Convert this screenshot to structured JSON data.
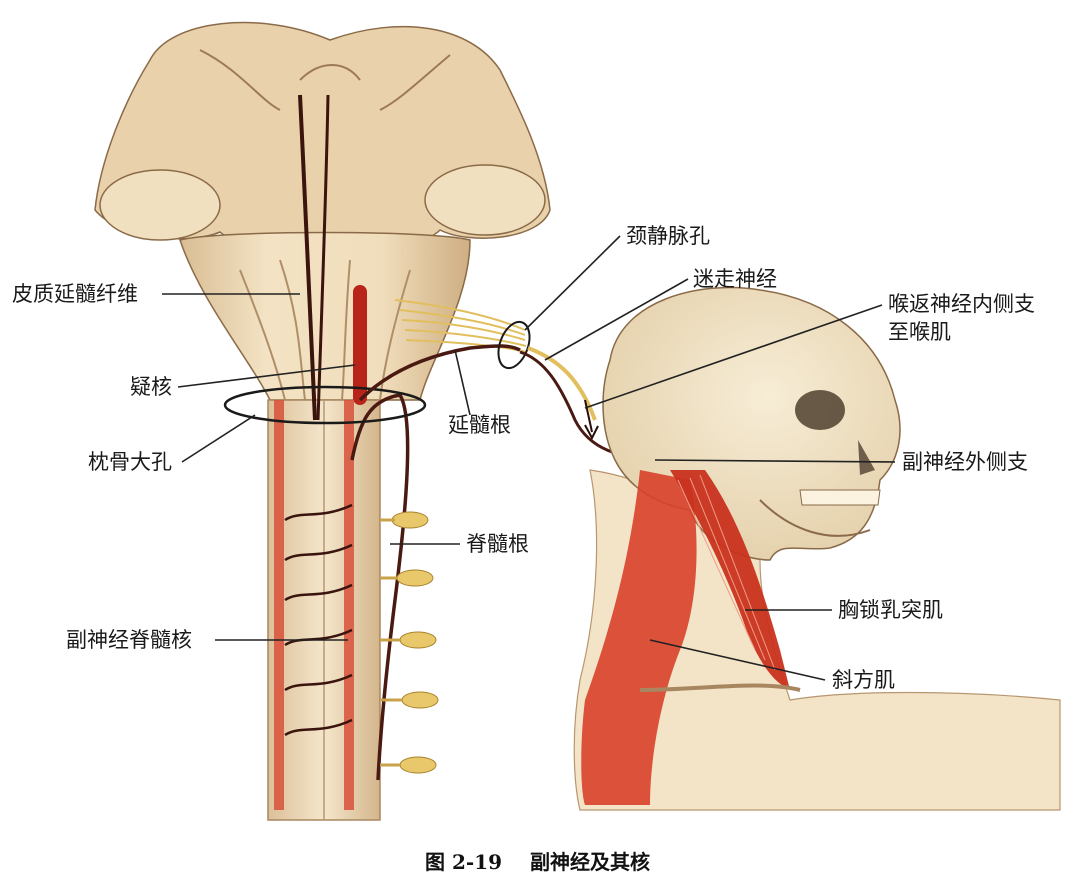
{
  "labels": {
    "cortico_bulbar": "皮质延髓纤维",
    "nucleus_ambiguus": "疑核",
    "foramen_magnum": "枕骨大孔",
    "jugular_foramen": "颈静脉孔",
    "vagus_nerve": "迷走神经",
    "recurrent_laryngeal_line1": "喉返神经内侧支",
    "recurrent_laryngeal_line2": "至喉肌",
    "cranial_root": "延髓根",
    "external_branch": "副神经外侧支",
    "spinal_root": "脊髓根",
    "spinal_nucleus": "副神经脊髓核",
    "sternocleidomastoid": "胸锁乳突肌",
    "trapezius": "斜方肌"
  },
  "caption": {
    "number": "图 2-19",
    "title": "副神经及其核"
  },
  "colors": {
    "tissue": "#efdcb8",
    "tissue_shadow": "#c9a77c",
    "muscle_red": "#d8402a",
    "nerve_dark": "#4a1a12",
    "nerve_yellow": "#e8c86a",
    "leader_line": "#222222"
  }
}
